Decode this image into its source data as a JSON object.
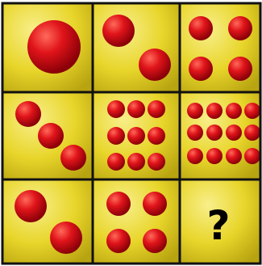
{
  "puzzle": {
    "colors": {
      "background": "#ffffff",
      "grid_line": "#111111",
      "tile_light": "#f8ef8a",
      "tile_mid": "#e8d52a",
      "tile_dark": "#b8a410",
      "ball_highlight": "#ff6a5a",
      "ball_mid": "#e0141a",
      "ball_shadow": "#8a0008",
      "question_mark": "#000000"
    },
    "cells": [
      {
        "name": "cell-r1-c1",
        "ball_count": 1
      },
      {
        "name": "cell-r1-c2",
        "ball_count": 2
      },
      {
        "name": "cell-r1-c3",
        "ball_count": 4
      },
      {
        "name": "cell-r2-c1",
        "ball_count": 3
      },
      {
        "name": "cell-r2-c2",
        "ball_count": 9
      },
      {
        "name": "cell-r2-c3",
        "ball_count": 12
      },
      {
        "name": "cell-r3-c1",
        "ball_count": 2
      },
      {
        "name": "cell-r3-c2",
        "ball_count": 4
      },
      {
        "name": "cell-r3-c3",
        "ball_count": 0,
        "symbol": "?"
      }
    ]
  }
}
